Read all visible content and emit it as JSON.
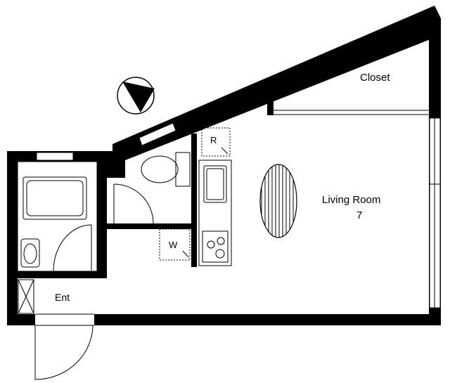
{
  "rooms": {
    "closet": "Closet",
    "living_room": "Living Room",
    "living_room_size": "7",
    "entrance": "Ent"
  },
  "fixtures": {
    "refrigerator": "R",
    "washer": "W"
  },
  "icons": {
    "compass": "north-arrow-icon"
  },
  "colors": {
    "wall": "#000000",
    "line": "#000000",
    "background": "#ffffff"
  }
}
